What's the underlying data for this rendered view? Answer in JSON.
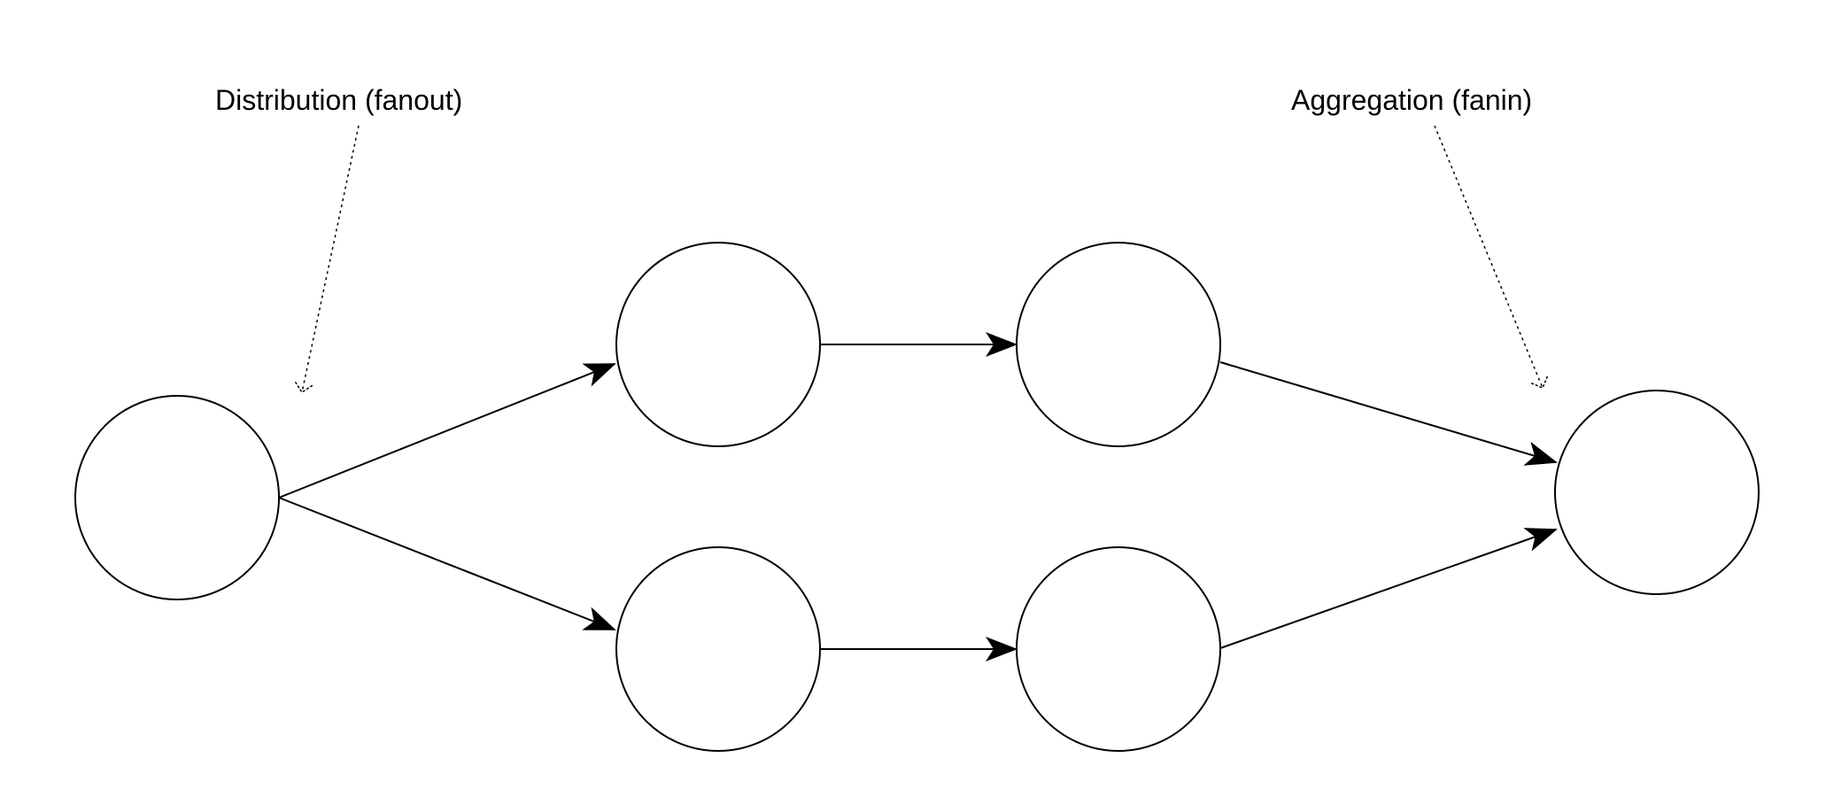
{
  "annotations": {
    "distribution": "Distribution (fanout)",
    "aggregation": "Aggregation (fanin)"
  },
  "nodes": [
    {
      "id": "source"
    },
    {
      "id": "branch-a-1"
    },
    {
      "id": "branch-a-2"
    },
    {
      "id": "branch-b-1"
    },
    {
      "id": "branch-b-2"
    },
    {
      "id": "sink"
    }
  ],
  "edges": [
    {
      "from": "source",
      "to": "branch-a-1"
    },
    {
      "from": "source",
      "to": "branch-b-1"
    },
    {
      "from": "branch-a-1",
      "to": "branch-a-2"
    },
    {
      "from": "branch-b-1",
      "to": "branch-b-2"
    },
    {
      "from": "branch-a-2",
      "to": "sink"
    },
    {
      "from": "branch-b-2",
      "to": "sink"
    }
  ],
  "annotation_targets": [
    {
      "label": "distribution",
      "target": "source",
      "style": "dotted-open-arrow"
    },
    {
      "label": "aggregation",
      "target": "sink",
      "style": "dotted-open-arrow"
    }
  ]
}
